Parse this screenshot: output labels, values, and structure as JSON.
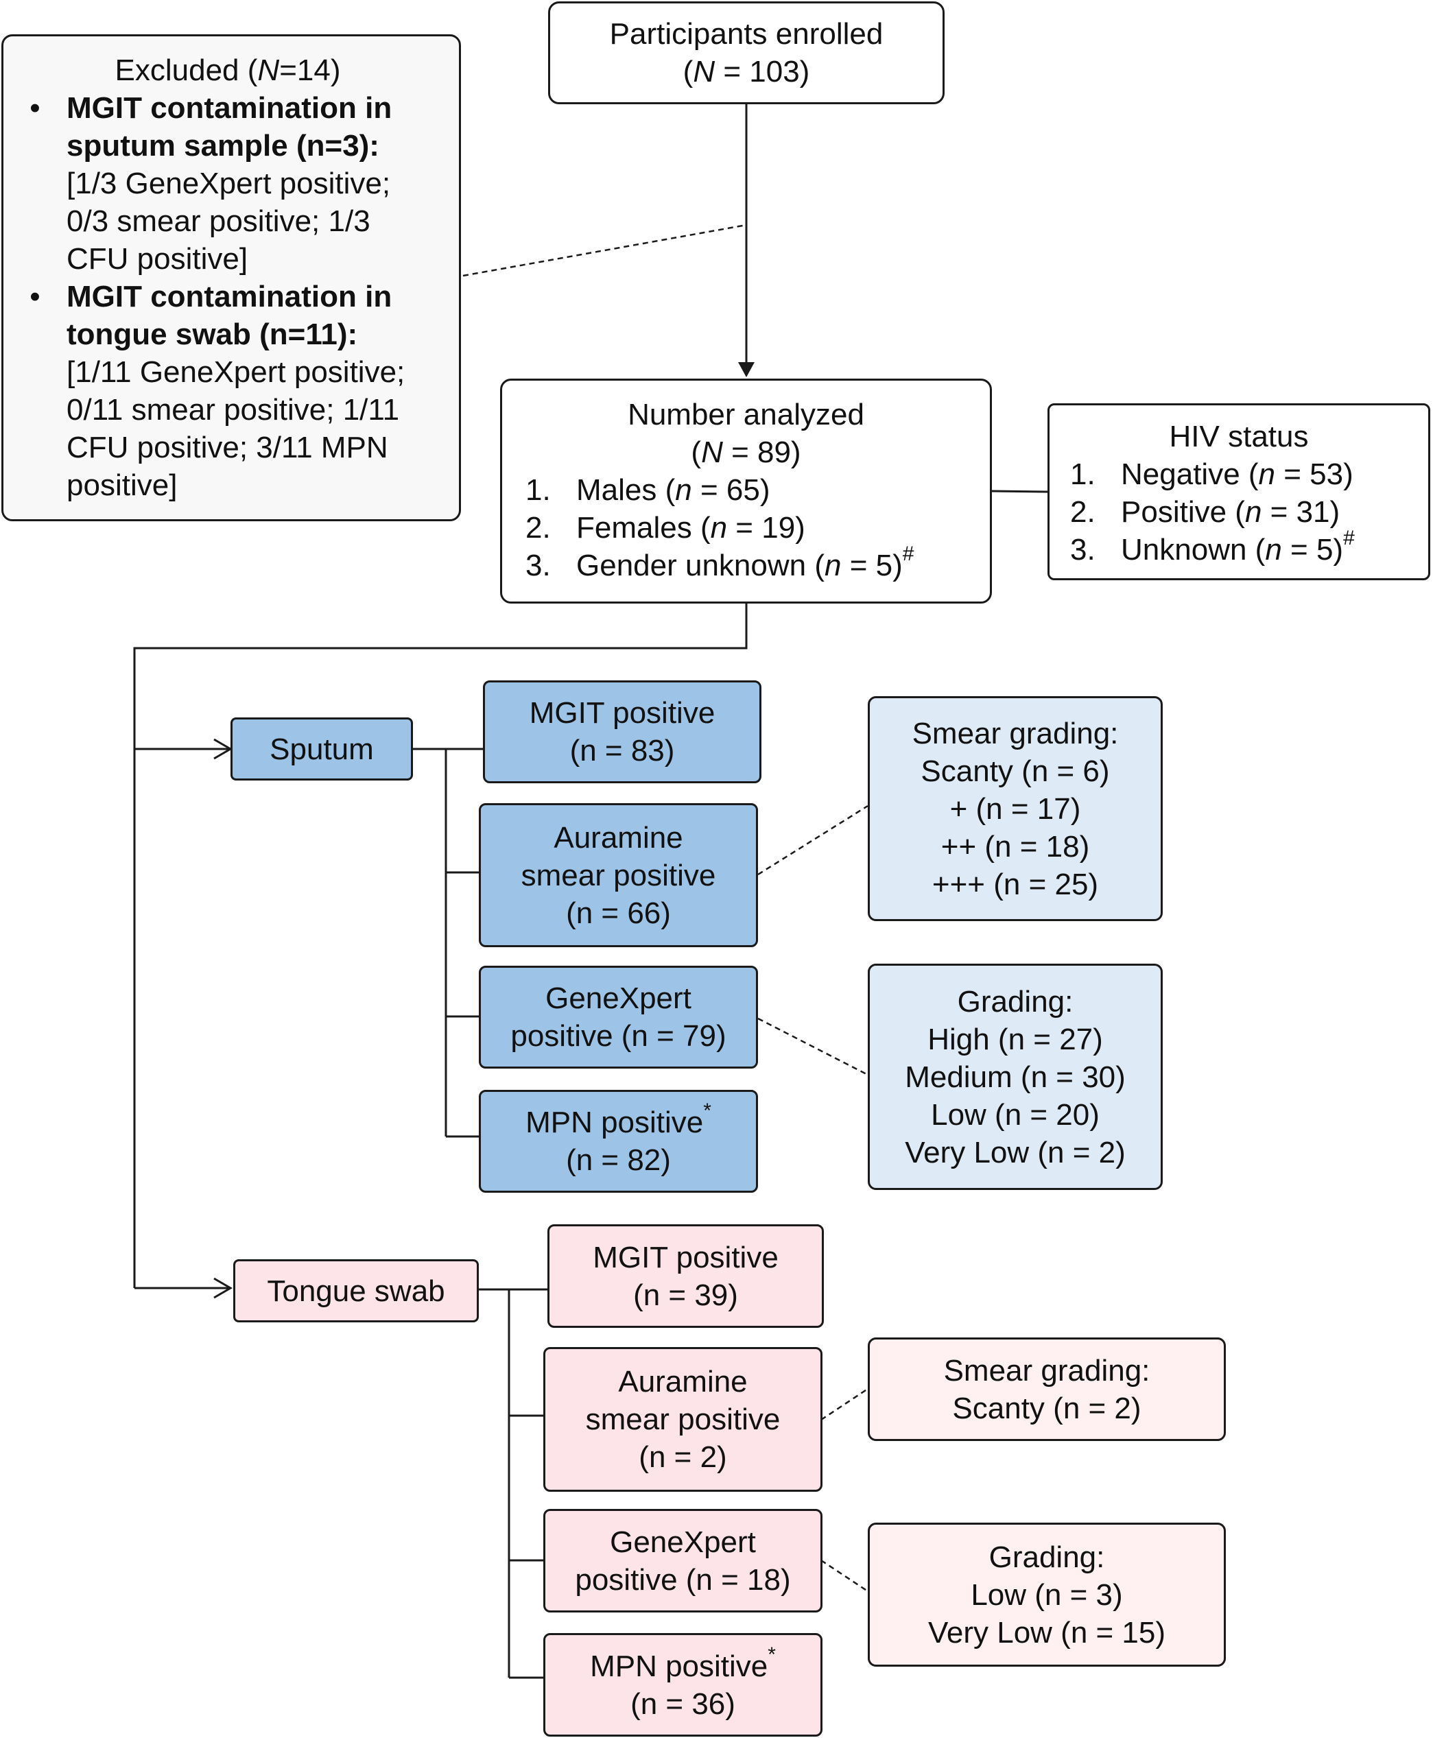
{
  "enrolled": {
    "line1": "Participants enrolled",
    "n_label": "N",
    "n_value": " = 103)"
  },
  "excluded": {
    "title_pre": "Excluded (",
    "n_label": "N",
    "title_post": "=14)",
    "items": [
      {
        "bullet": "•",
        "heading": [
          "MGIT contamination in",
          "sputum sample (n=3):"
        ],
        "detail": [
          "[1/3 GeneXpert positive;",
          "0/3 smear positive; 1/3",
          "CFU positive]"
        ]
      },
      {
        "bullet": "•",
        "heading": [
          "MGIT contamination in",
          "tongue swab (n=11):"
        ],
        "detail": [
          "[1/11 GeneXpert positive;",
          "0/11 smear positive; 1/11",
          "CFU positive; 3/11 MPN",
          "positive]"
        ]
      }
    ]
  },
  "analyzed": {
    "title": "Number analyzed",
    "n_label": "N",
    "n_value": " = 89)",
    "items": [
      {
        "num": "1.",
        "label": "Males (",
        "n": "n",
        "value": " = 65)",
        "mark": ""
      },
      {
        "num": "2.",
        "label": "Females (",
        "n": "n",
        "value": " = 19)",
        "mark": ""
      },
      {
        "num": "3.",
        "label": "Gender unknown (",
        "n": "n",
        "value": " = 5)",
        "mark": "#"
      }
    ]
  },
  "hiv": {
    "title": "HIV status",
    "items": [
      {
        "num": "1.",
        "label": "Negative (",
        "n": "n",
        "value": " = 53)",
        "mark": ""
      },
      {
        "num": "2.",
        "label": "Positive (",
        "n": "n",
        "value": " = 31)",
        "mark": ""
      },
      {
        "num": "3.",
        "label": "Unknown (",
        "n": "n",
        "value": " = 5)",
        "mark": "#"
      }
    ]
  },
  "sputum": {
    "label": "Sputum",
    "mgit": [
      "MGIT positive",
      "(n = 83)"
    ],
    "smear": [
      "Auramine",
      "smear positive",
      "(n = 66)"
    ],
    "genexpert": [
      "GeneXpert",
      "positive (n = 79)"
    ],
    "mpn": {
      "text": "MPN positive",
      "mark": "*",
      "count": "(n = 82)"
    },
    "smear_grading": [
      "Smear grading:",
      "Scanty (n = 6)",
      "+ (n = 17)",
      "++ (n = 18)",
      "+++ (n = 25)"
    ],
    "gx_grading": [
      "Grading:",
      "High (n = 27)",
      "Medium (n = 30)",
      "Low (n = 20)",
      "Very Low (n = 2)"
    ]
  },
  "tongue": {
    "label": "Tongue swab",
    "mgit": [
      "MGIT positive",
      "(n = 39)"
    ],
    "smear": [
      "Auramine",
      "smear positive",
      "(n = 2)"
    ],
    "genexpert": [
      "GeneXpert",
      "positive (n = 18)"
    ],
    "mpn": {
      "text": "MPN positive",
      "mark": "*",
      "count": "(n = 36)"
    },
    "smear_grading": [
      "Smear grading:",
      "Scanty (n = 2)"
    ],
    "gx_grading": [
      "Grading:",
      "Low (n = 3)",
      "Very Low (n = 15)"
    ]
  },
  "colors": {
    "sputum": "#9dc3e6",
    "sputum_light": "#deebf7",
    "tongue": "#fce4e8",
    "tongue_light": "#fff0f2",
    "line": "#1a1a1a"
  }
}
